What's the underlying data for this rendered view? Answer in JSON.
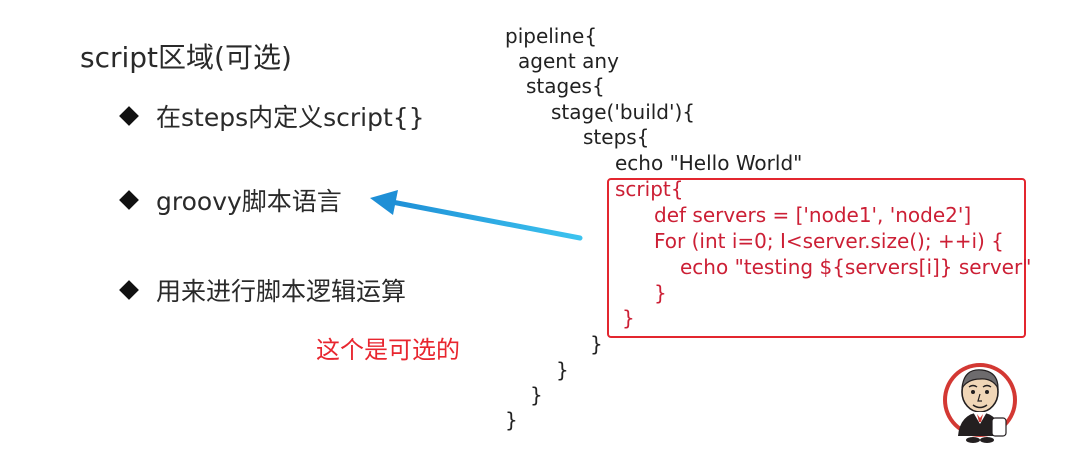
{
  "slide": {
    "title": "script区域(可选)",
    "bullets": [
      "在steps内定义script{}",
      "groovy脚本语言",
      "用来进行脚本逻辑运算"
    ],
    "note": "这个是可选的"
  },
  "code": {
    "lines": [
      "pipeline{",
      "agent any",
      "stages{",
      "stage('build'){",
      "steps{",
      "echo \"Hello World\"",
      "script{",
      "def servers = ['node1', 'node2']",
      "For (int i=0; I<server.size(); ++i) {",
      "echo \"testing ${servers[i]} server\"",
      "}",
      "}",
      "}",
      "}",
      "}",
      "}"
    ]
  },
  "colors": {
    "note_red": "#e8262f",
    "code_red": "#cc1f35",
    "box_red": "#e3262f",
    "arrow_blue": "#29a9e1"
  },
  "icons": {
    "diamond": "diamond-bullet-icon",
    "logo": "jenkins-logo-icon"
  }
}
